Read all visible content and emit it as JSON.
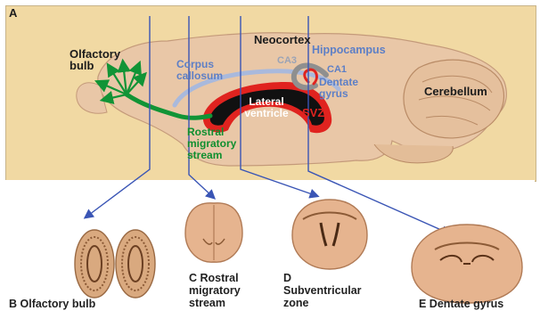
{
  "panel_letter": "A",
  "labels": {
    "neocortex": "Neocortex",
    "hippocampus": "Hippocampus",
    "olfactory_bulb": "Olfactory bulb",
    "corpus_callosum": "Corpus callosum",
    "ca3": "CA3",
    "ca1": "CA1",
    "dentate_gyrus": "Dentate gyrus",
    "cerebellum": "Cerebellum",
    "lateral_ventricle": "Lateral ventricle",
    "svz": "SVZ",
    "rostral_migratory_stream": "Rostral migratory stream"
  },
  "captions": {
    "b": "B  Olfactory bulb",
    "c": "C  Rostral migratory stream",
    "d": "D  Subventricular zone",
    "e": "E  Dentate gyrus"
  },
  "colors": {
    "background_panel": "#f1d9a3",
    "brain_fill": "#e9c7a7",
    "migratory_stream": "#119436",
    "svz": "#e0231f",
    "ventricle": "#111111",
    "section_lines": "#3a55b5",
    "corpus_callosum": "#a9b9dc"
  }
}
